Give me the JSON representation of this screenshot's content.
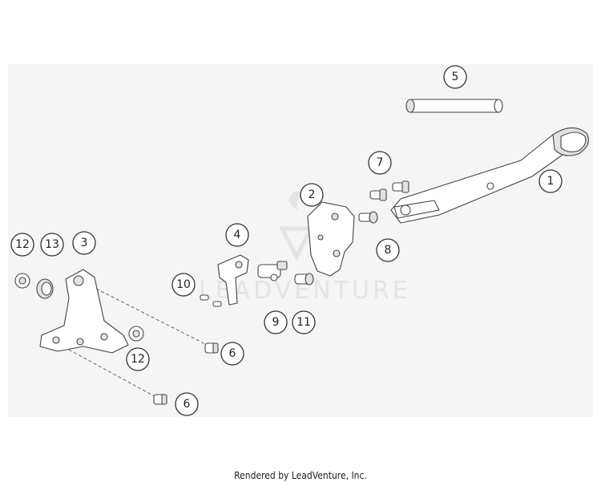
{
  "watermark": {
    "text": "LEADVENTURE"
  },
  "callouts": [
    "1",
    "2",
    "3",
    "4",
    "5",
    "6",
    "6",
    "7",
    "8",
    "9",
    "10",
    "11",
    "12",
    "12",
    "13"
  ],
  "footer": {
    "text": "Rendered by LeadVenture, Inc."
  }
}
